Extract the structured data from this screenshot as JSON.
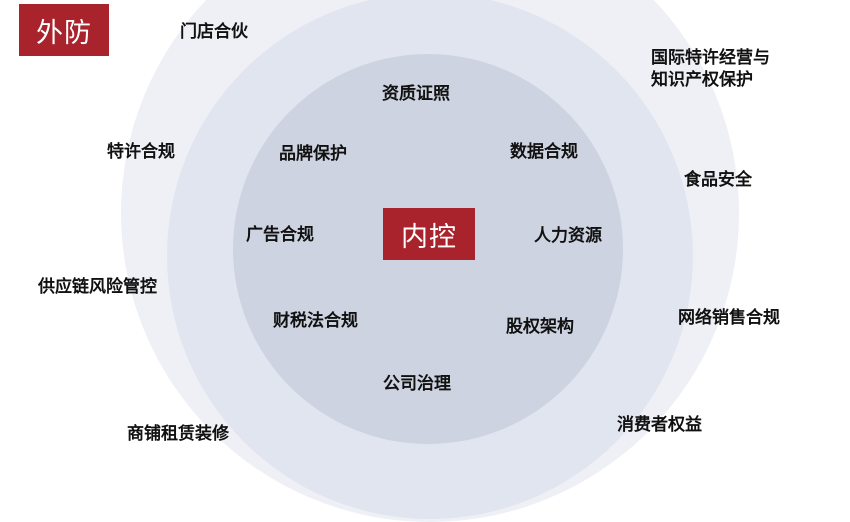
{
  "colors": {
    "accent": "#a8232c",
    "outer_ring": "#eef0f6",
    "middle_ring": "#e1e5ef",
    "inner_ring": "#cdd3e1"
  },
  "outer_tag": "外防",
  "inner_tag": "内控",
  "outer_items": {
    "store_partner": "门店合伙",
    "intl_franchise_line1": "国际特许经营与",
    "intl_franchise_line2": "知识产权保护",
    "franchise_compliance": "特许合规",
    "food_safety": "食品安全",
    "supply_chain_risk": "供应链风险管控",
    "online_sales_compliance": "网络销售合规",
    "commercial_lease": "商铺租赁装修",
    "consumer_rights": "消费者权益"
  },
  "inner_items": {
    "qualification_license": "资质证照",
    "brand_protection": "品牌保护",
    "data_compliance": "数据合规",
    "advertising_compliance": "广告合规",
    "human_resources": "人力资源",
    "finance_tax_compliance": "财税法合规",
    "equity_structure": "股权架构",
    "corporate_governance": "公司治理"
  }
}
